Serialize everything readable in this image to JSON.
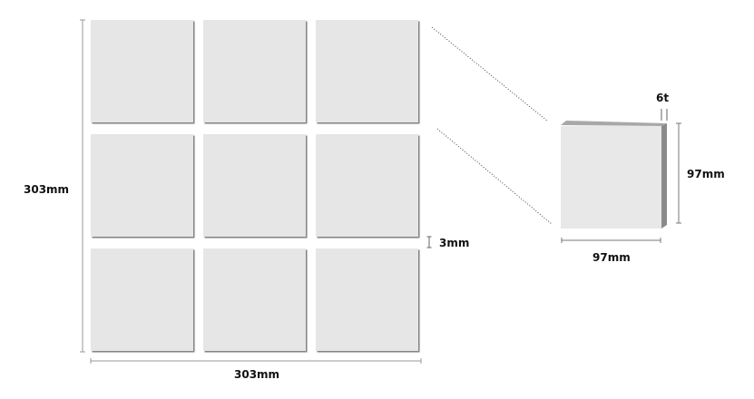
{
  "grid": {
    "rows": 3,
    "cols": 3,
    "tile_color": "#e6e6e6",
    "tile_shadow_color": "#7a7a7a"
  },
  "labels": {
    "grid_height": "303mm",
    "grid_width": "303mm",
    "gap": "3mm",
    "tile_thickness": "6t",
    "tile_height": "97mm",
    "tile_width": "97mm"
  },
  "colors": {
    "dimension_line": "#9a9a9a",
    "leader_line": "#444444",
    "detail_face": "#e8e8e8",
    "detail_side": "#8a8a8a",
    "detail_top": "#a8a8a8"
  }
}
